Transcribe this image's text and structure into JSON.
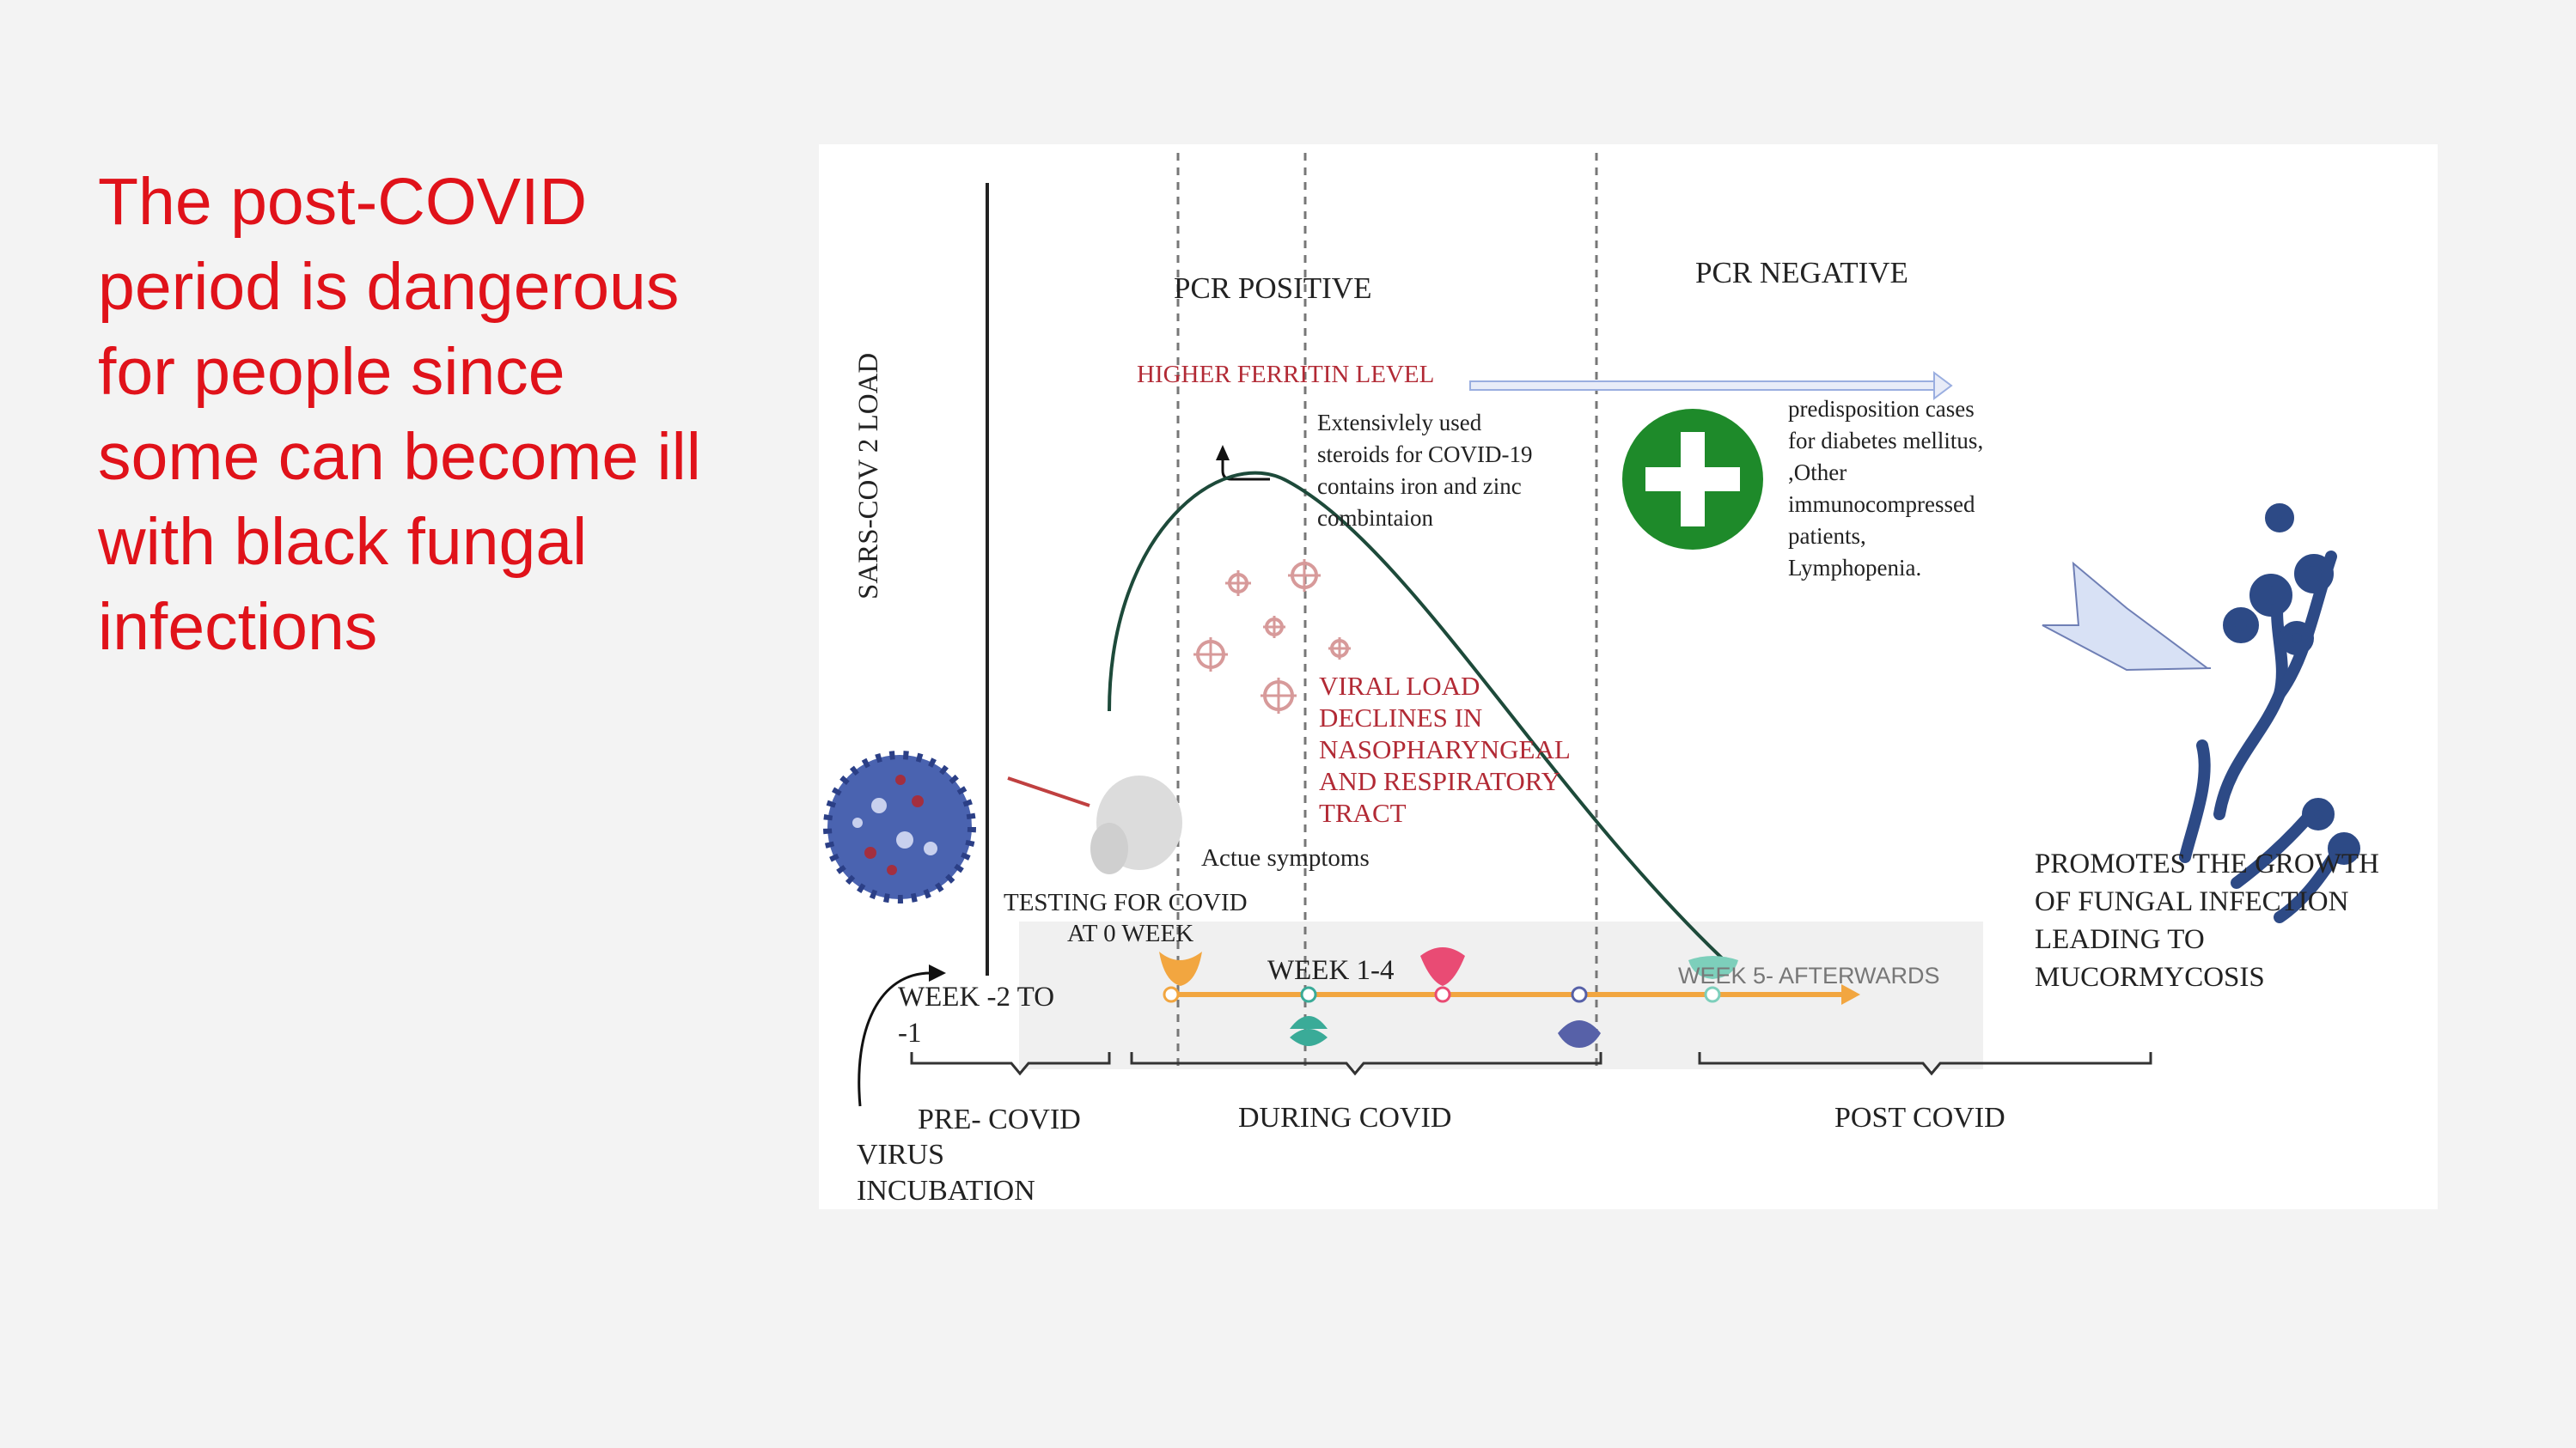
{
  "slide": {
    "text_lines": [
      "The post-COVID",
      "period is dangerous",
      "for people  since",
      "some can become ill",
      "with black fungal",
      "infections"
    ]
  },
  "diagram": {
    "y_axis_label": "SARS-COV 2   LOAD",
    "pcr_positive": "PCR POSITIVE",
    "pcr_negative": "PCR NEGATIVE",
    "ferritin": "HIGHER FERRITIN LEVEL",
    "steroids_lines": [
      "Extensivlely used",
      "steroids for  COVID-19",
      "contains  iron and  zinc",
      "combintaion"
    ],
    "predisposition_lines": [
      "predisposition cases",
      "for diabetes mellitus,",
      ",Other",
      "immunocompressed",
      "patients,",
      "Lymphopenia."
    ],
    "viral_load_lines": [
      "VIRAL LOAD",
      "DECLINES IN",
      "NASOPHARYNGEAL",
      "AND RESPIRATORY",
      "TRACT"
    ],
    "acute_symptoms": "Actue symptoms",
    "testing_lines": [
      "TESTING FOR COVID",
      "AT  0 WEEK"
    ],
    "week_pre_lines": [
      "WEEK -2 TO",
      "-1"
    ],
    "week_1_4": "WEEK 1-4",
    "week_5": "WEEK 5- AFTERWARDS",
    "promotes_lines": [
      "PROMOTES THE GROWTH",
      "OF FUNGAL INFECTION",
      "LEADING TO",
      "MUCORMYCOSIS"
    ],
    "pre_covid": "PRE- COVID",
    "during_covid": "DURING COVID",
    "post_covid": "POST COVID",
    "virus_incubation_lines": [
      "VIRUS",
      "INCUBATION"
    ],
    "colors": {
      "slide_text": "#e0121a",
      "ferritin_red": "#b22a35",
      "curve": "#1d4a3a",
      "timeline": "#f2a640",
      "ferritin_arrow": "#9aaee0",
      "cross_green": "#1e8a2a",
      "fungus": "#2d4a86"
    },
    "icons": [
      "coronavirus-icon",
      "nasal-swab-head-icon",
      "medical-cross-icon",
      "arrow-chevron-icon",
      "mucor-fungus-icon"
    ]
  }
}
